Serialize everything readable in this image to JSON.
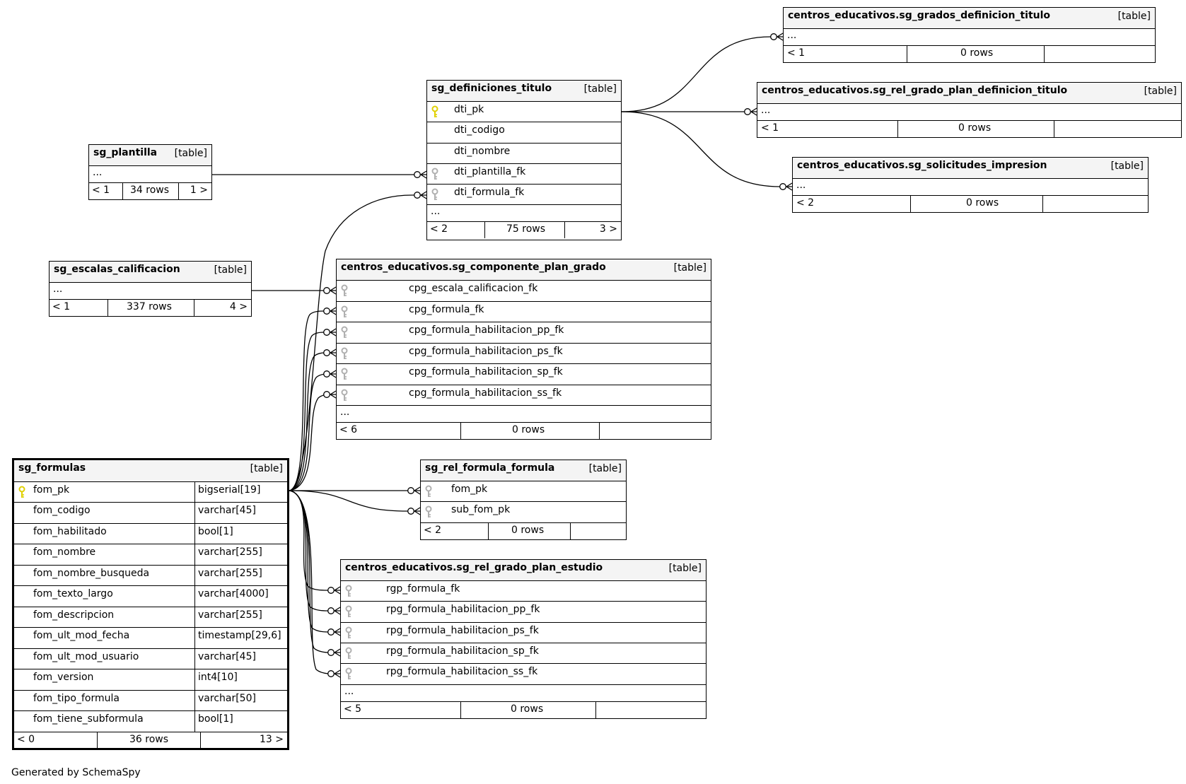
{
  "generated_by": "Generated by SchemaSpy",
  "type_label": "[table]",
  "more_label": "...",
  "icons": {
    "primary_key": "pk-key-icon",
    "foreign_key": "fk-key-icon",
    "primary_key_color": "#e0d000",
    "foreign_key_color": "#b0b0b0"
  },
  "tables": {
    "grados_definicion": {
      "name": "centros_educativos.sg_grados_definicion_titulo",
      "parents": "< 1",
      "rows": "0 rows",
      "children": ""
    },
    "rel_grado_plan_def": {
      "name": "centros_educativos.sg_rel_grado_plan_definicion_titulo",
      "parents": "< 1",
      "rows": "0 rows",
      "children": ""
    },
    "solicitudes_impresion": {
      "name": "centros_educativos.sg_solicitudes_impresion",
      "parents": "< 2",
      "rows": "0 rows",
      "children": ""
    },
    "definiciones_titulo": {
      "name": "sg_definiciones_titulo",
      "parents": "< 2",
      "rows": "75 rows",
      "children": "3 >",
      "columns": [
        "dti_pk",
        "dti_codigo",
        "dti_nombre",
        "dti_plantilla_fk",
        "dti_formula_fk"
      ]
    },
    "plantilla": {
      "name": "sg_plantilla",
      "parents": "< 1",
      "rows": "34 rows",
      "children": "1 >"
    },
    "escalas_calificacion": {
      "name": "sg_escalas_calificacion",
      "parents": "< 1",
      "rows": "337 rows",
      "children": "4 >"
    },
    "componente_plan_grado": {
      "name": "centros_educativos.sg_componente_plan_grado",
      "parents": "< 6",
      "rows": "0 rows",
      "children": "",
      "columns": [
        "cpg_escala_calificacion_fk",
        "cpg_formula_fk",
        "cpg_formula_habilitacion_pp_fk",
        "cpg_formula_habilitacion_ps_fk",
        "cpg_formula_habilitacion_sp_fk",
        "cpg_formula_habilitacion_ss_fk"
      ]
    },
    "formulas": {
      "name": "sg_formulas",
      "parents": "< 0",
      "rows": "36 rows",
      "children": "13 >",
      "columns": [
        [
          "fom_pk",
          "bigserial[19]"
        ],
        [
          "fom_codigo",
          "varchar[45]"
        ],
        [
          "fom_habilitado",
          "bool[1]"
        ],
        [
          "fom_nombre",
          "varchar[255]"
        ],
        [
          "fom_nombre_busqueda",
          "varchar[255]"
        ],
        [
          "fom_texto_largo",
          "varchar[4000]"
        ],
        [
          "fom_descripcion",
          "varchar[255]"
        ],
        [
          "fom_ult_mod_fecha",
          "timestamp[29,6]"
        ],
        [
          "fom_ult_mod_usuario",
          "varchar[45]"
        ],
        [
          "fom_version",
          "int4[10]"
        ],
        [
          "fom_tipo_formula",
          "varchar[50]"
        ],
        [
          "fom_tiene_subformula",
          "bool[1]"
        ]
      ]
    },
    "rel_formula_formula": {
      "name": "sg_rel_formula_formula",
      "parents": "< 2",
      "rows": "0 rows",
      "children": "",
      "columns": [
        "fom_pk",
        "sub_fom_pk"
      ]
    },
    "rel_grado_plan_estudio": {
      "name": "centros_educativos.sg_rel_grado_plan_estudio",
      "parents": "< 5",
      "rows": "0 rows",
      "children": "",
      "columns": [
        "rgp_formula_fk",
        "rpg_formula_habilitacion_pp_fk",
        "rpg_formula_habilitacion_ps_fk",
        "rpg_formula_habilitacion_sp_fk",
        "rpg_formula_habilitacion_ss_fk"
      ]
    }
  }
}
